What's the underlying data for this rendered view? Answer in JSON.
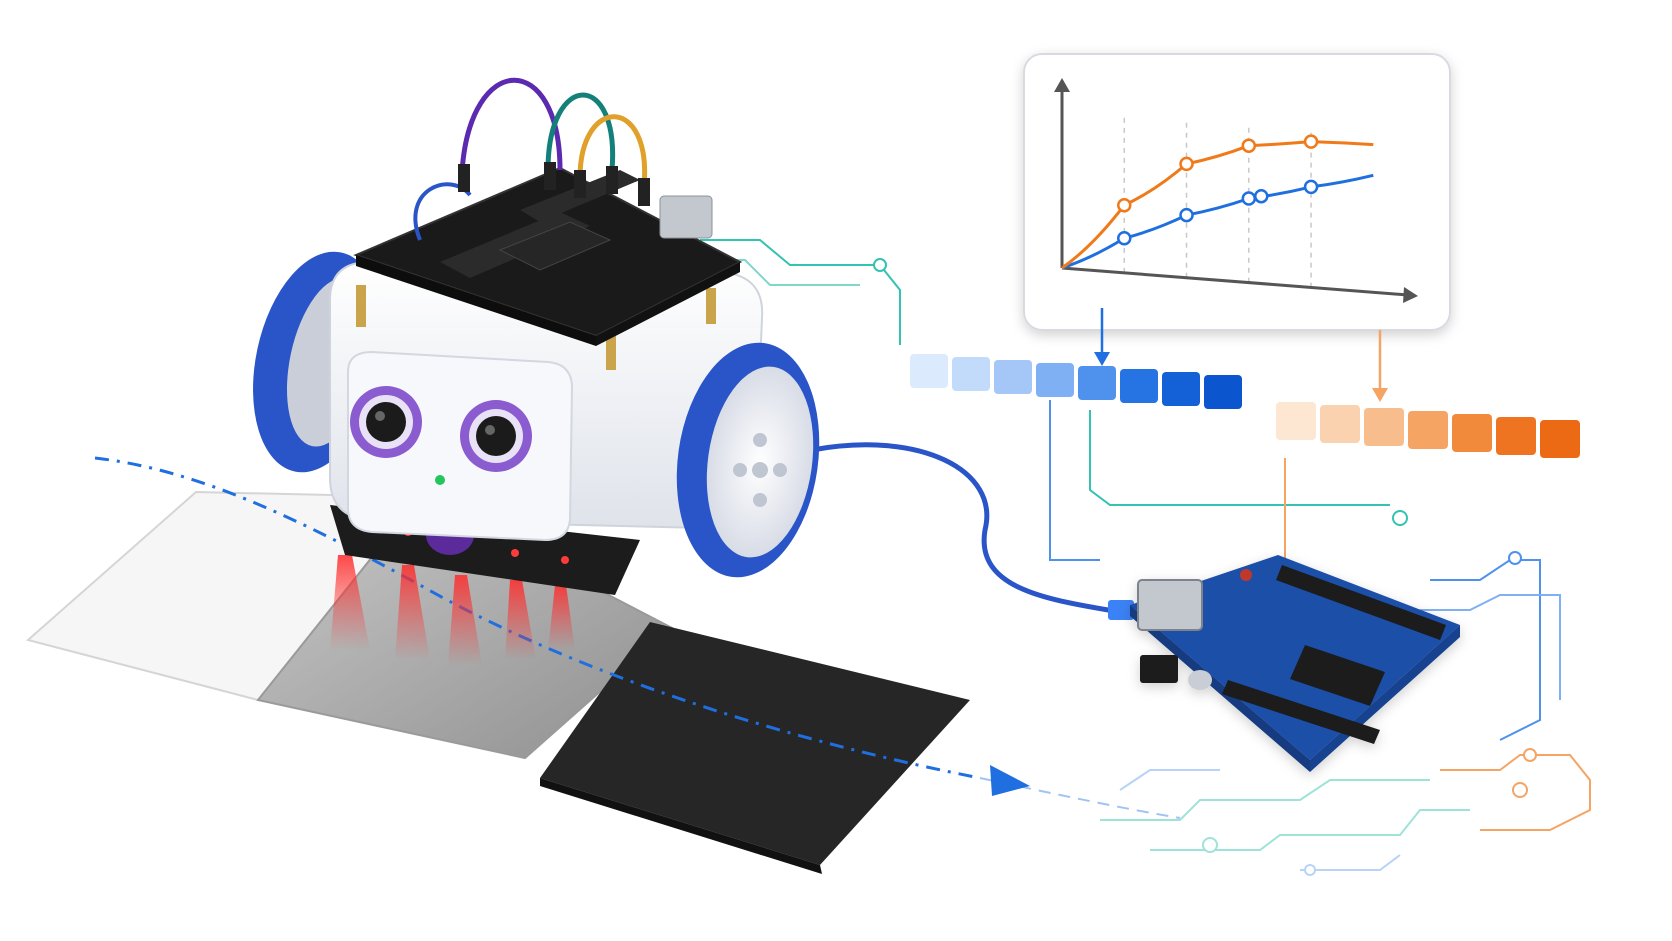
{
  "chart_data": {
    "type": "line",
    "title": "",
    "xlabel": "",
    "ylabel": "",
    "x": [
      0,
      1,
      2,
      3,
      4,
      5
    ],
    "xlim": [
      0,
      5.3
    ],
    "ylim": [
      0,
      5.3
    ],
    "series": [
      {
        "values": [
          0,
          1.05,
          1.9,
          2.55,
          3.05,
          3.55
        ],
        "color": "#1f6fe0",
        "marked": [
          1,
          2,
          3,
          3.2,
          4
        ]
      },
      {
        "values": [
          0,
          2.05,
          3.45,
          4.15,
          4.42,
          4.48
        ],
        "color": "#f07a1a",
        "marked": [
          1,
          2,
          3,
          4
        ]
      }
    ],
    "grid": "vertical dashed"
  },
  "strips": {
    "blue": [
      "#dceafd",
      "#c3dbfb",
      "#a4c7f8",
      "#7fb0f4",
      "#4f92ee",
      "#2673e4",
      "#1460d6",
      "#0b55cf"
    ],
    "orange": [
      "#fde6d2",
      "#fbd2b0",
      "#f8bd8c",
      "#f5a464",
      "#f28a3c",
      "#ee7421",
      "#ec6a14"
    ]
  },
  "colors": {
    "blue_accent": "#1f6fe0",
    "orange_accent": "#f07a1a",
    "teal_trace": "#34c3b0",
    "robot_blue": "#2a55c9",
    "board_blue": "#1f4fa8",
    "eye_ring": "#8a5ccf"
  },
  "icons": {
    "robot": "line-follower-robot",
    "microcontroller": "arduino-uno-board",
    "surface_tiles": [
      "white-tile",
      "gray-tile",
      "black-tile"
    ]
  }
}
